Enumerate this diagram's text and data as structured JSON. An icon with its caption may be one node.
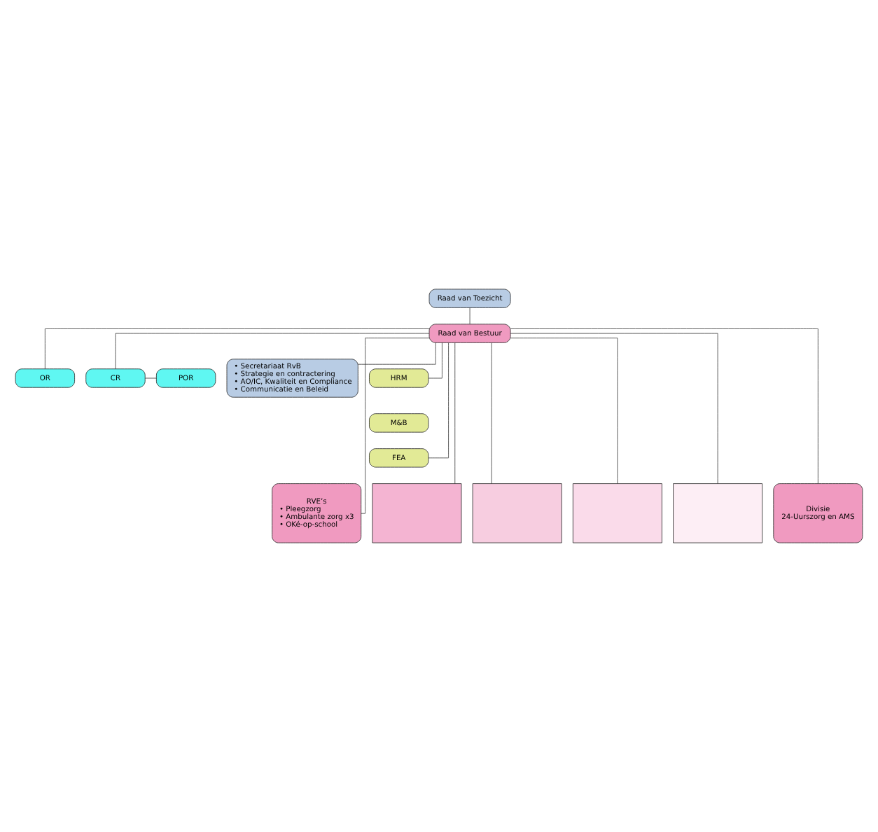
{
  "diagram": {
    "nodes": [
      {
        "text": [
          "Raad van Toezicht"
        ]
      },
      {
        "text": [
          "Raad van Bestuur"
        ]
      },
      {
        "text": [
          "OR"
        ]
      },
      {
        "text": [
          "CR"
        ]
      },
      {
        "text": [
          "POR"
        ]
      },
      {
        "text": [
          "• Secretariaat RvB",
          "• Strategie en contractering",
          "• AO/IC, Kwaliteit en Compliance",
          "• Communicatie en Beleid"
        ]
      },
      {
        "text": [
          "HRM"
        ]
      },
      {
        "text": [
          "M&B"
        ]
      },
      {
        "text": [
          "FEA"
        ]
      },
      {
        "text": [
          "RVE’s",
          "• Pleegzorg",
          "• Ambulante zorg x3",
          "• OKé-op-school"
        ]
      },
      {
        "text": [],
        "shape": "box"
      },
      {
        "text": [],
        "shape": "box"
      },
      {
        "text": [],
        "shape": "box"
      },
      {
        "text": [],
        "shape": "box"
      },
      {
        "text": [
          "Divisie",
          "24-Uurszorg en AMS"
        ]
      }
    ],
    "edges": [
      {
        "from": 0,
        "to": 1,
        "arrow": "none"
      },
      {
        "from": 1,
        "to": 2,
        "arrow": "none"
      },
      {
        "from": 1,
        "to": 3,
        "arrow": "none"
      },
      {
        "from": 3,
        "to": 4,
        "arrow": "none"
      },
      {
        "from": 1,
        "to": 5,
        "arrow": "none"
      },
      {
        "from": 1,
        "to": 6,
        "arrow": "none"
      },
      {
        "from": 1,
        "to": 8,
        "arrow": "none"
      },
      {
        "from": 1,
        "to": 9,
        "arrow": "none"
      },
      {
        "from": 1,
        "to": 10,
        "arrow": "none"
      },
      {
        "from": 1,
        "to": 11,
        "arrow": "none"
      },
      {
        "from": 1,
        "to": 12,
        "arrow": "none"
      },
      {
        "from": 1,
        "to": 13,
        "arrow": "none"
      },
      {
        "from": 1,
        "to": 14,
        "arrow": "none"
      }
    ]
  }
}
